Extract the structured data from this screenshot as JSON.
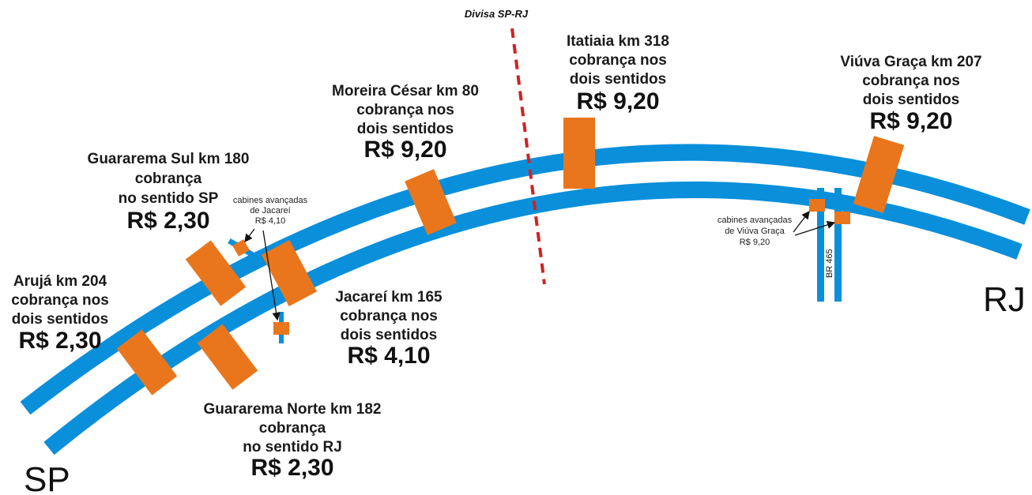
{
  "colors": {
    "road": "#0a8fdb",
    "booth": "#e9761c",
    "border_line": "#d42020",
    "text": "#111111"
  },
  "endpoints": {
    "start": "SP",
    "end": "RJ"
  },
  "border": {
    "label": "Divisa SP-RJ"
  },
  "branch_road": {
    "label": "BR 465"
  },
  "plazas": [
    {
      "id": "aruja",
      "lines": [
        "Arujá km 204",
        "cobrança nos",
        "dois sentidos"
      ],
      "price": "R$ 2,30"
    },
    {
      "id": "guararema-sul",
      "lines": [
        "Guararema Sul km 180",
        "cobrança",
        "no sentido SP"
      ],
      "price": "R$ 2,30"
    },
    {
      "id": "guararema-norte",
      "lines": [
        "Guararema Norte km 182",
        "cobrança",
        "no sentido RJ"
      ],
      "price": "R$ 2,30"
    },
    {
      "id": "jacarei",
      "lines": [
        "Jacareí km 165",
        "cobrança nos",
        "dois sentidos"
      ],
      "price": "R$ 4,10"
    },
    {
      "id": "moreira-cesar",
      "lines": [
        "Moreira César km 80",
        "cobrança nos",
        "dois sentidos"
      ],
      "price": "R$ 9,20"
    },
    {
      "id": "itatiaia",
      "lines": [
        "Itatiaia km 318",
        "cobrança nos",
        "dois sentidos"
      ],
      "price": "R$ 9,20"
    },
    {
      "id": "viuva-graca",
      "lines": [
        "Viúva Graça km 207",
        "cobrança nos",
        "dois sentidos"
      ],
      "price": "R$ 9,20"
    }
  ],
  "advanced_booths": [
    {
      "id": "jacarei-adv",
      "lines": [
        "cabines avançadas",
        "de Jacareí",
        "R$ 4,10"
      ]
    },
    {
      "id": "viuva-graca-adv",
      "lines": [
        "cabines avançadas",
        "de Viúva Graça",
        "R$ 9,20"
      ]
    }
  ]
}
